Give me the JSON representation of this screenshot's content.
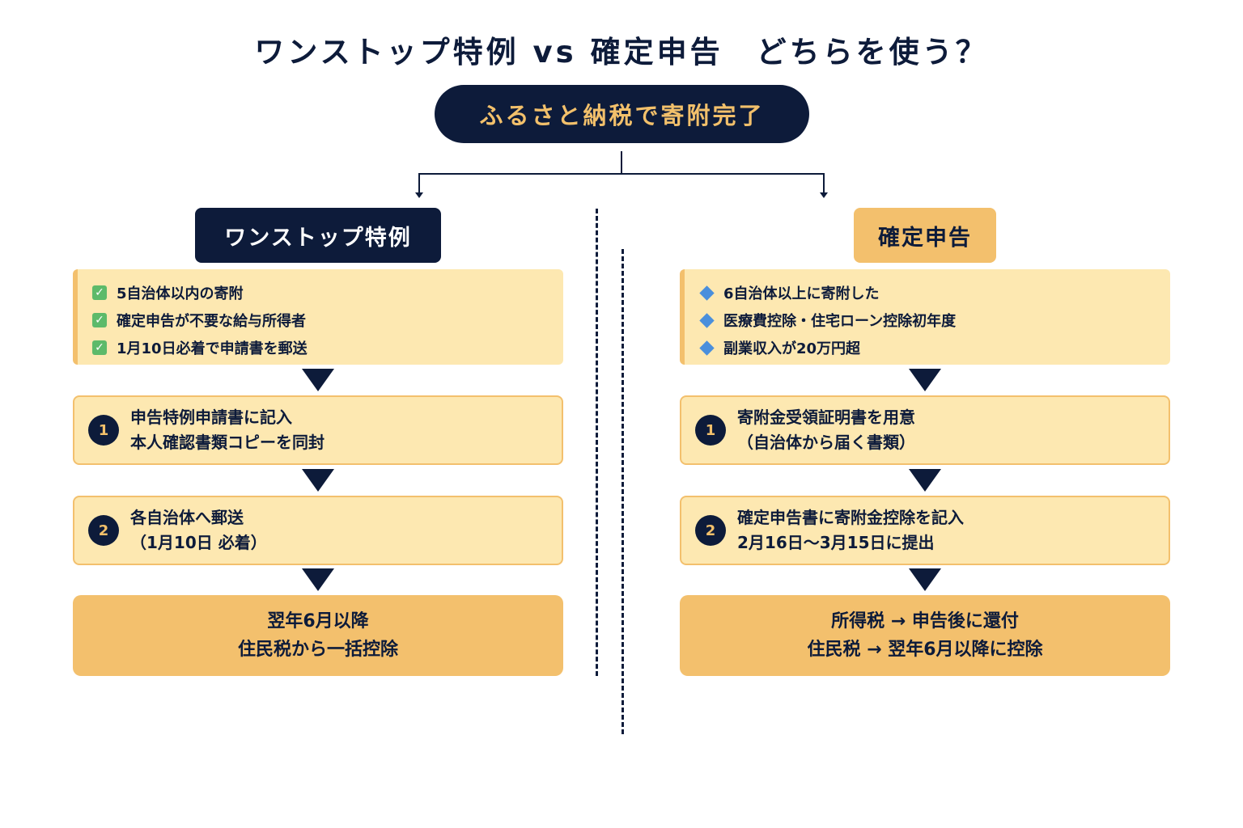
{
  "title": "ワンストップ特例 vs 確定申告　どちらを使う？",
  "top_node": "ふるさと納税で寄附完了",
  "left": {
    "heading": "ワンストップ特例",
    "conditions": [
      "5自治体以内の寄附",
      "確定申告が不要な給与所得者",
      "1月10日必着で申請書を郵送"
    ],
    "steps": [
      {
        "num": "1",
        "lines": [
          "申告特例申請書に記入",
          "本人確認書類コピーを同封"
        ]
      },
      {
        "num": "2",
        "lines": [
          "各自治体へ郵送",
          "（1月10日 必着）"
        ]
      }
    ],
    "result": [
      "翌年6月以降",
      "住民税から一括控除"
    ]
  },
  "right": {
    "heading": "確定申告",
    "conditions": [
      "6自治体以上に寄附した",
      "医療費控除・住宅ローン控除初年度",
      "副業収入が20万円超"
    ],
    "steps": [
      {
        "num": "1",
        "lines": [
          "寄附金受領証明書を用意",
          "（自治体から届く書類）"
        ]
      },
      {
        "num": "2",
        "lines": [
          "確定申告書に寄附金控除を記入",
          "2月16日〜3月15日に提出"
        ]
      }
    ],
    "result": [
      "所得税 → 申告後に還付",
      "住民税 → 翌年6月以降に控除"
    ]
  },
  "colors": {
    "navy": "#0d1b3a",
    "gold": "#f3c06d",
    "cream": "#fde8b1",
    "check_green": "#5dba6a",
    "diamond_blue": "#4a8fdc"
  },
  "icons": {
    "left_condition": "check-icon",
    "right_condition": "diamond-icon",
    "connector": "arrow-down-icon"
  }
}
